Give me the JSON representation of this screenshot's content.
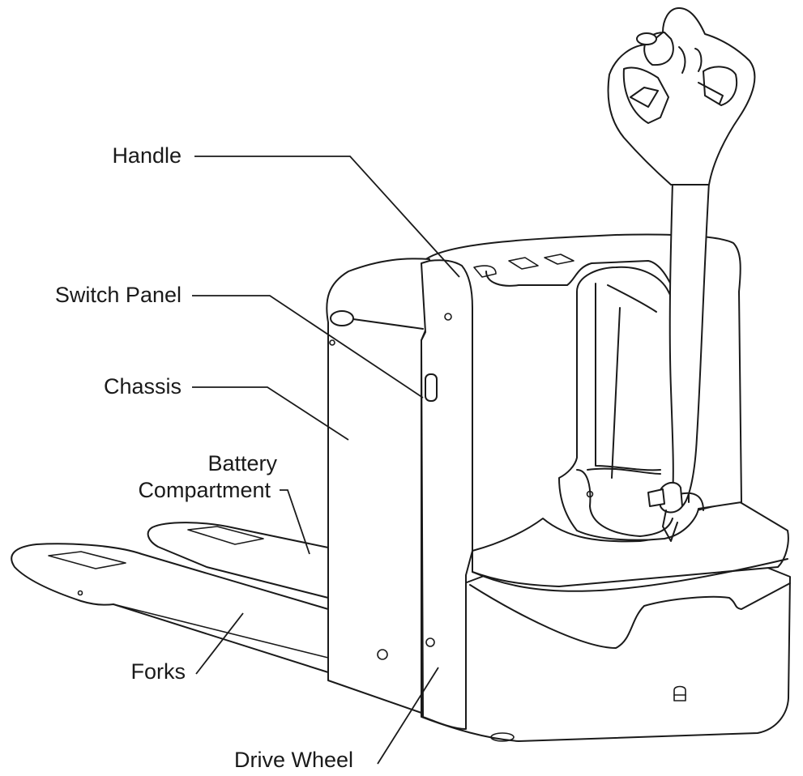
{
  "diagram": {
    "labels": {
      "handle": "Handle",
      "switch_panel": "Switch Panel",
      "chassis": "Chassis",
      "battery_line1": "Battery",
      "battery_line2": "Compartment",
      "forks": "Forks",
      "drive_wheel": "Drive Wheel"
    },
    "colors": {
      "ink": "#1a1a1a",
      "background": "#ffffff"
    }
  }
}
